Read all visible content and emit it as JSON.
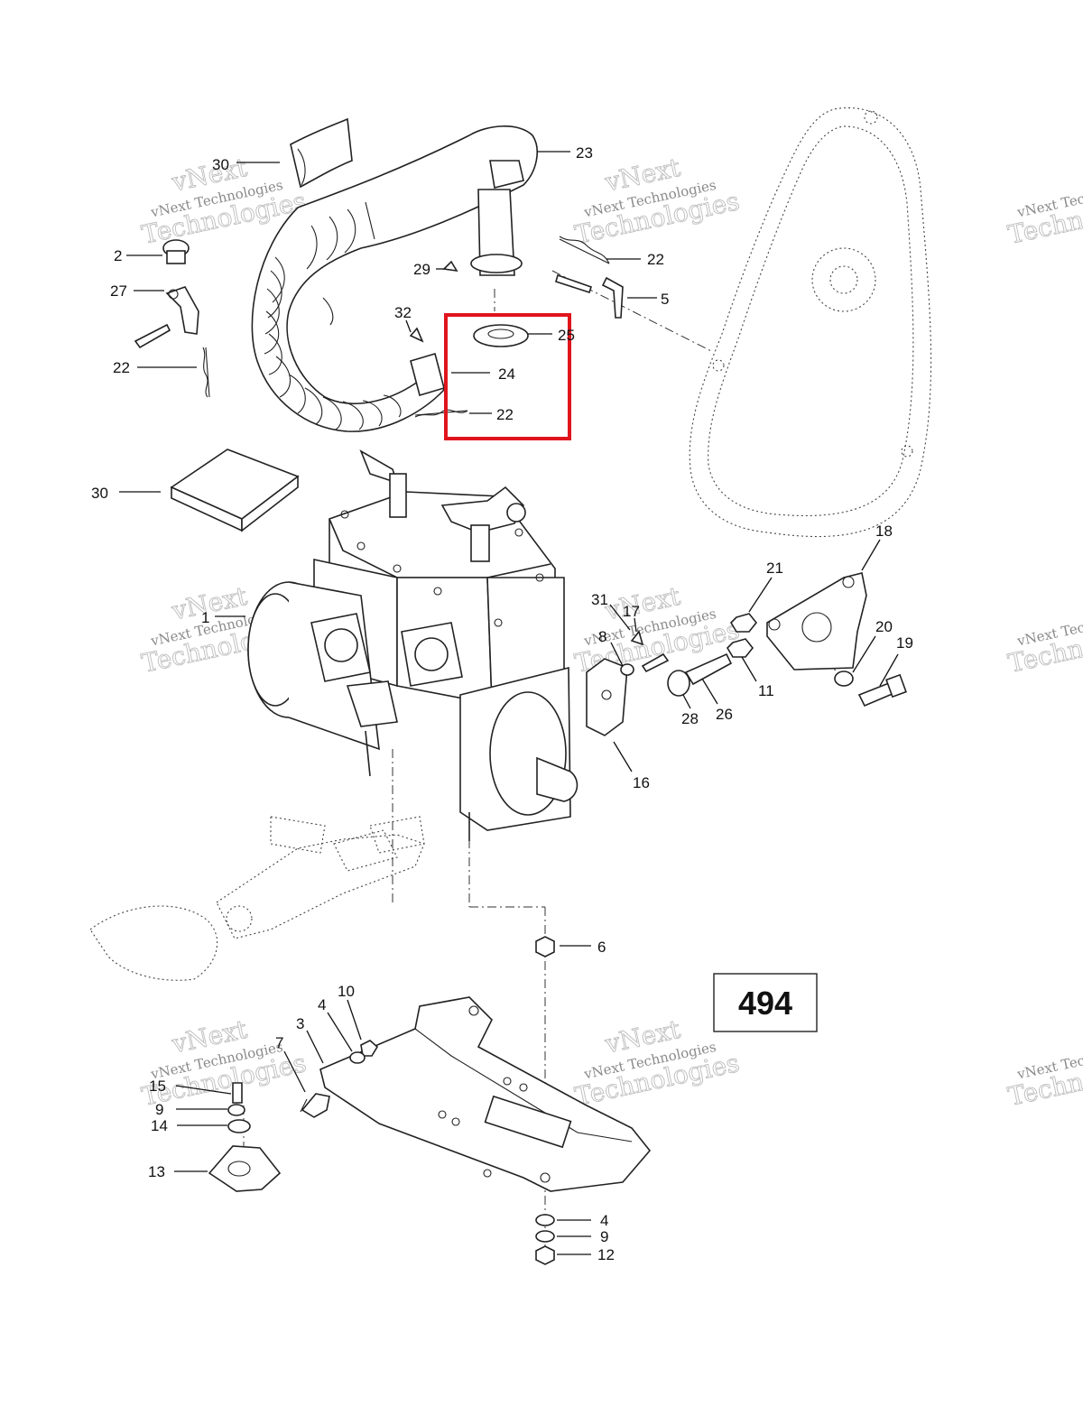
{
  "diagram": {
    "page_number": "494",
    "highlight_color": "#e0141c",
    "watermark": {
      "line1": "vNext",
      "line2": "vNext Technologies",
      "line3": "Technologies",
      "edge_line2": "vNext Tec",
      "edge_line3": "Techno"
    },
    "callouts": {
      "c30a": "30",
      "c23": "23",
      "c2": "2",
      "c27": "27",
      "c22a": "22",
      "c29": "29",
      "c22b": "22",
      "c5": "5",
      "c32": "32",
      "c25": "25",
      "c24": "24",
      "c22c": "22",
      "c30b": "30",
      "c18": "18",
      "c21": "21",
      "c31": "31",
      "c17": "17",
      "c1": "1",
      "c8": "8",
      "c20": "20",
      "c19": "19",
      "c11": "11",
      "c28": "28",
      "c26": "26",
      "c16": "16",
      "c6": "6",
      "c10": "10",
      "c4a": "4",
      "c3": "3",
      "c7": "7",
      "c15": "15",
      "c9a": "9",
      "c14": "14",
      "c13": "13",
      "c4b": "4",
      "c9b": "9",
      "c12": "12"
    }
  }
}
